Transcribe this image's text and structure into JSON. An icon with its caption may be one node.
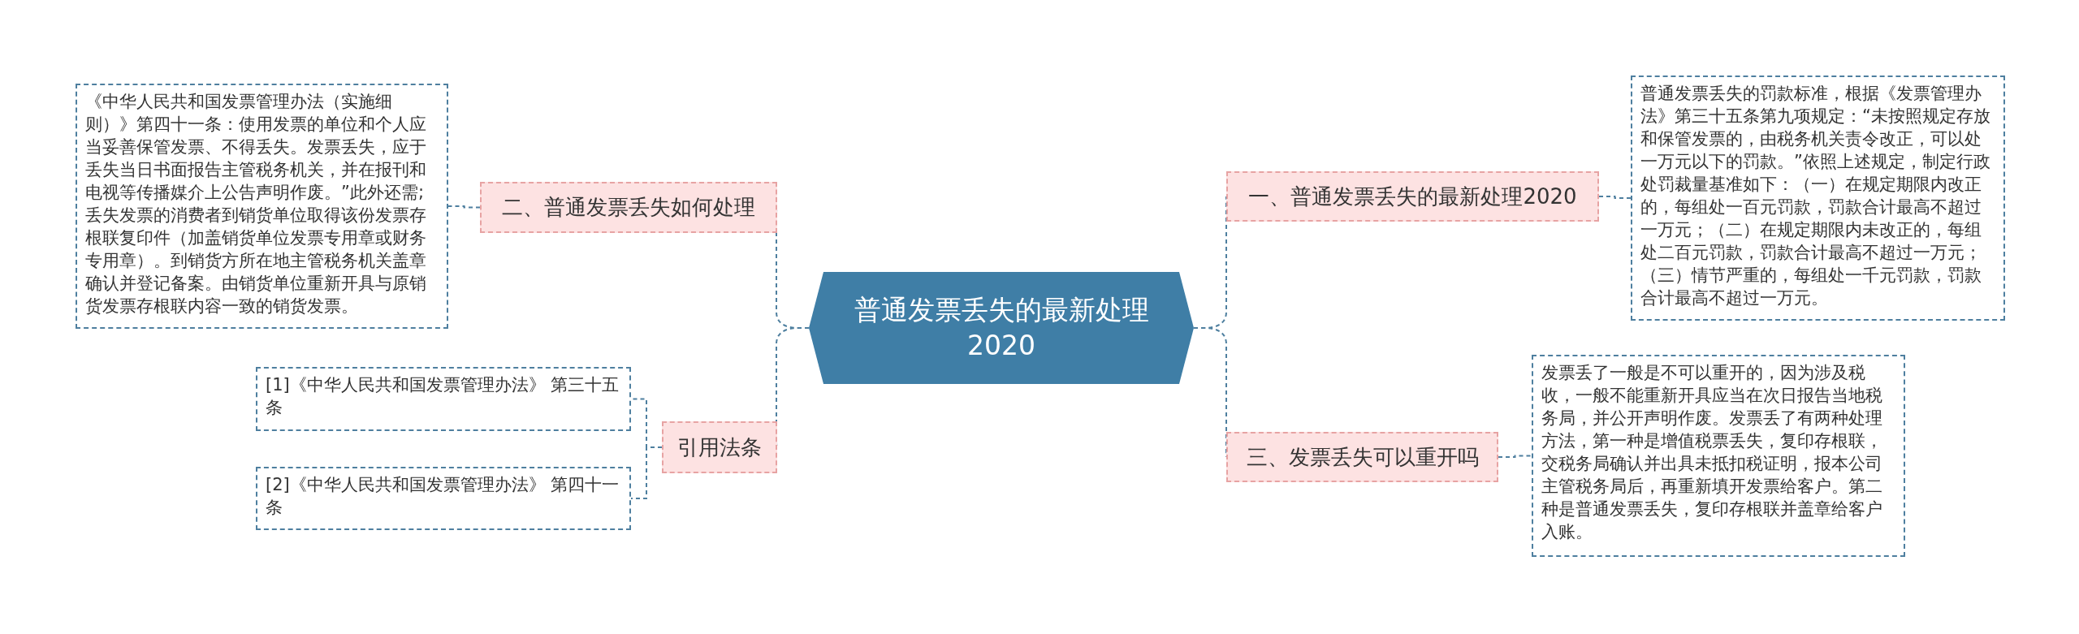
{
  "diagram": {
    "nodes": [
      {
        "text": [
          "普通发票丢失的最新处理2020"
        ]
      },
      {
        "text": [
          "一、普通发票丢失的最新处理2020"
        ]
      },
      {
        "text": [
          "普通发票丢失的罚款标准，根据《发票管理办法》第三十五条第九项规定：“未按照规定存放和保管发票的，由税务机关责令改正，可以处一万元以下的罚款。”依照上述规定，制定行政处罚裁量基准如下：（一）在规定期限内改正的，每组处一百元罚款，罚款合计最高不超过一万元；（二）在规定期限内未改正的，每组处二百元罚款，罚款合计最高不超过一万元；（三）情节严重的，每组处一千元罚款，罚款合计最高不超过一万元。"
        ]
      },
      {
        "text": [
          "三、发票丢失可以重开吗"
        ]
      },
      {
        "text": [
          "发票丢了一般是不可以重开的，因为涉及税收，一般不能重新开具应当在次日报告当地税务局，并公开声明作废。发票丢了有两种处理方法，第一种是增值税票丢失，复印存根联，交税务局确认并出具未抵扣税证明，报本公司主管税务局后，再重新填开发票给客户。第二种是普通发票丢失，复印存根联并盖章给客户入账。"
        ]
      },
      {
        "text": [
          "二、普通发票丢失如何处理"
        ]
      },
      {
        "text": [
          "《中华人民共和国发票管理办法（实施细则）》第四十一条：使用发票的单位和个人应当妥善保管发票、不得丢失。发票丢失，应于丢失当日书面报告主管税务机关，并在报刊和电视等传播媒介上公告声明作废。”此外还需;丢失发票的消费者到销货单位取得该份发票存根联复印件（加盖销货单位发票专用章或财务专用章）。到销货方所在地主管税务机关盖章确认并登记备案。由销货单位重新开具与原销货发票存根联内容一致的销货发票。"
        ]
      },
      {
        "text": [
          "引用法条"
        ]
      },
      {
        "text": [
          "[1]《中华人民共和国发票管理办法》 第三十五条"
        ]
      },
      {
        "text": [
          "[2]《中华人民共和国发票管理办法》 第四十一条"
        ]
      }
    ],
    "edges": [
      {
        "from": 0,
        "to": 1,
        "arrow": "none"
      },
      {
        "from": 1,
        "to": 2,
        "arrow": "none"
      },
      {
        "from": 0,
        "to": 3,
        "arrow": "none"
      },
      {
        "from": 3,
        "to": 4,
        "arrow": "none"
      },
      {
        "from": 0,
        "to": 5,
        "arrow": "none"
      },
      {
        "from": 5,
        "to": 6,
        "arrow": "none"
      },
      {
        "from": 0,
        "to": 7,
        "arrow": "none"
      },
      {
        "from": 7,
        "to": 8,
        "arrow": "none"
      },
      {
        "from": 7,
        "to": 9,
        "arrow": "none"
      }
    ]
  }
}
